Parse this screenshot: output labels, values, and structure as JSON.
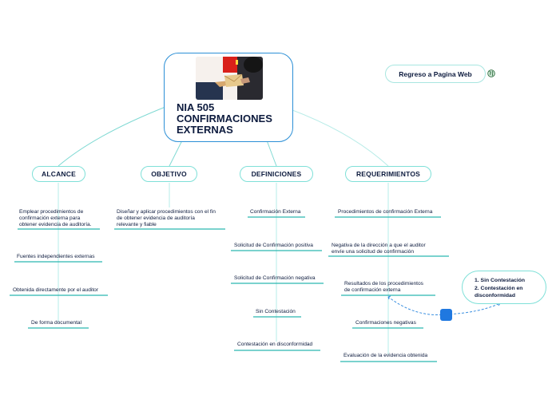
{
  "central": {
    "title_lines": [
      "NIA 505",
      "CONFIRMACIONES",
      "EXTERNAS"
    ],
    "image": "photo of hands passing an envelope"
  },
  "branches": {
    "alcance": {
      "label": "ALCANCE",
      "items": [
        [
          "Emplear procedimientos de",
          "confirmación externa para",
          "obtener evidencia de auditoría."
        ],
        [
          "Fuentes independientes externas"
        ],
        [
          "Obtenida directamente por el auditor"
        ],
        [
          "De forma documental"
        ]
      ]
    },
    "objetivo": {
      "label": "OBJETIVO",
      "items": [
        [
          "Diseñar y aplicar procedimientos con el fin",
          "de obtener evidencia de auditoría",
          "relevante y fiable"
        ]
      ]
    },
    "definiciones": {
      "label": "DEFINICIONES",
      "items": [
        [
          "Confirmación Externa"
        ],
        [
          "Solicitud de Confirmación positiva"
        ],
        [
          "Solicitud de Confirmación negativa"
        ],
        [
          "Sin Contestación"
        ],
        [
          "Contestación en disconformidad"
        ]
      ]
    },
    "requerimientos": {
      "label": "REQUERIMIENTOS",
      "items": [
        [
          "Procedimientos de confirmación Externa"
        ],
        [
          "Negativa de la dirección a que el auditor",
          "envíe una solicitud de confirmación"
        ],
        [
          "Resultados de los procedimientos",
          "de confirmación externa"
        ],
        [
          "Confirmaciones negativas"
        ],
        [
          "Evaluación de la evidencia obtenida"
        ]
      ]
    }
  },
  "web_link": {
    "label": "Regreso a Pagina Web",
    "icon": "globe-icon"
  },
  "callout": {
    "lines": [
      "1. Sin Contestación",
      "2. Contestación en",
      "disconformidad"
    ]
  },
  "colors": {
    "connector": "#6fd6cf",
    "underline": "#2ab6b0",
    "central_border": "#2b8fd6",
    "handle": "#1f78e0"
  }
}
